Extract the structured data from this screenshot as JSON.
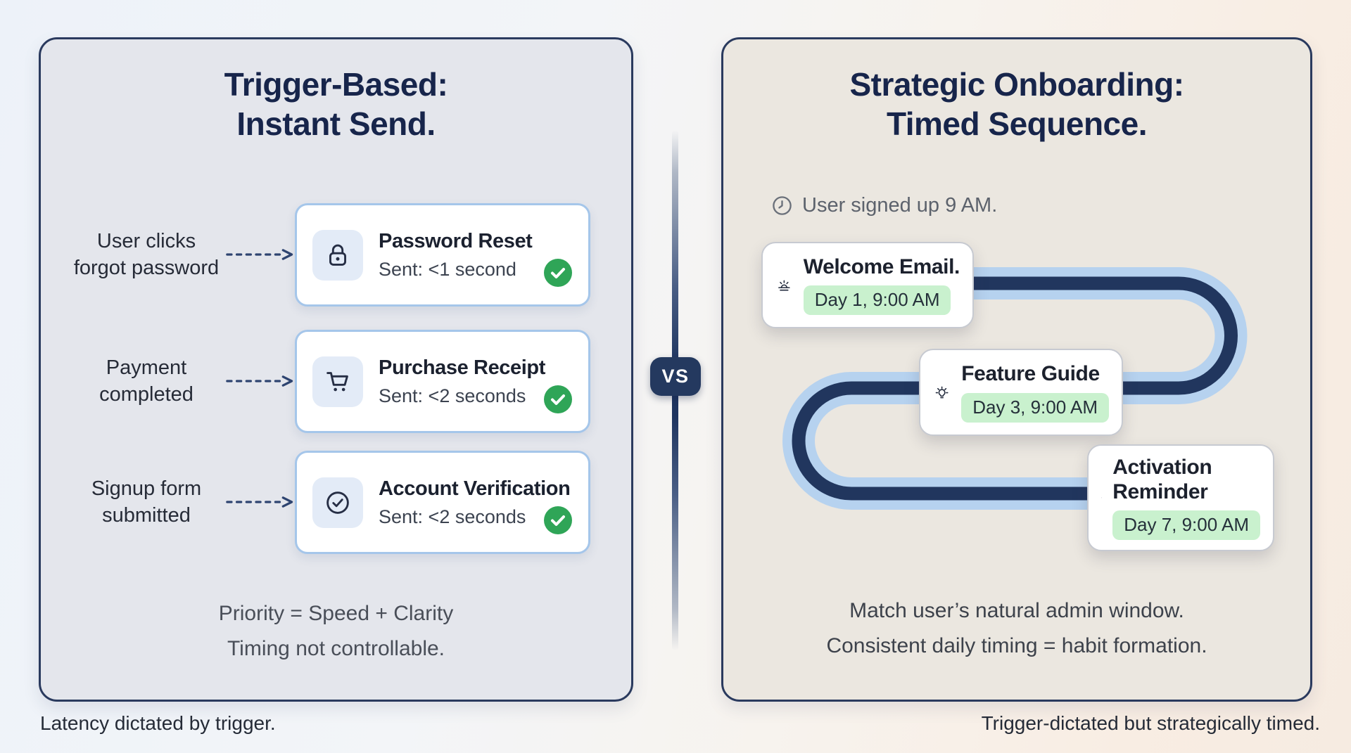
{
  "left_panel": {
    "title_line1": "Trigger-Based:",
    "title_line2": "Instant Send.",
    "rows": [
      {
        "icon": "lock-icon",
        "trigger_line1": "User clicks",
        "trigger_line2": "forgot password",
        "card_title": "Password Reset",
        "card_sub": "Sent: <1 second",
        "status_icon": "check-circle-icon"
      },
      {
        "icon": "cart-icon",
        "trigger_line1": "Payment",
        "trigger_line2": "completed",
        "card_title": "Purchase Receipt",
        "card_sub": "Sent: <2 seconds",
        "status_icon": "check-circle-icon"
      },
      {
        "icon": "verified-icon",
        "trigger_line1": "Signup form",
        "trigger_line2": "submitted",
        "card_title": "Account Verification",
        "card_sub": "Sent: <2 seconds",
        "status_icon": "check-circle-icon"
      }
    ],
    "summary_line1": "Priority = Speed + Clarity",
    "summary_line2": "Timing not controllable.",
    "footer": "Latency dictated by trigger."
  },
  "divider": {
    "vs_label": "VS"
  },
  "right_panel": {
    "title_line1": "Strategic Onboarding:",
    "title_line2": "Timed Sequence.",
    "signup_icon": "clock-icon",
    "signup_note": "User signed up 9 AM.",
    "steps": [
      {
        "icon": "sunrise-icon",
        "title": "Welcome Email.",
        "badge": "Day 1, 9:00 AM"
      },
      {
        "icon": "lightbulb-icon",
        "title": "Feature Guide",
        "badge": "Day 3, 9:00 AM"
      },
      {
        "icon": "bell-icon",
        "title": "Activation Reminder",
        "badge": "Day 7, 9:00 AM"
      }
    ],
    "summary_line1": "Match user’s natural admin window.",
    "summary_line2": "Consistent daily timing = habit formation.",
    "footer": "Trigger-dictated but strategically timed."
  },
  "colors": {
    "navy": "#22365e",
    "path_light_blue": "#b6d2ef",
    "green_badge": "#2fa557",
    "green_pill_bg": "#c9f1ce",
    "left_panel_bg": "#e4e6ec",
    "right_panel_bg": "#ebe7e0",
    "card_border_blue": "#a5c6ea"
  }
}
